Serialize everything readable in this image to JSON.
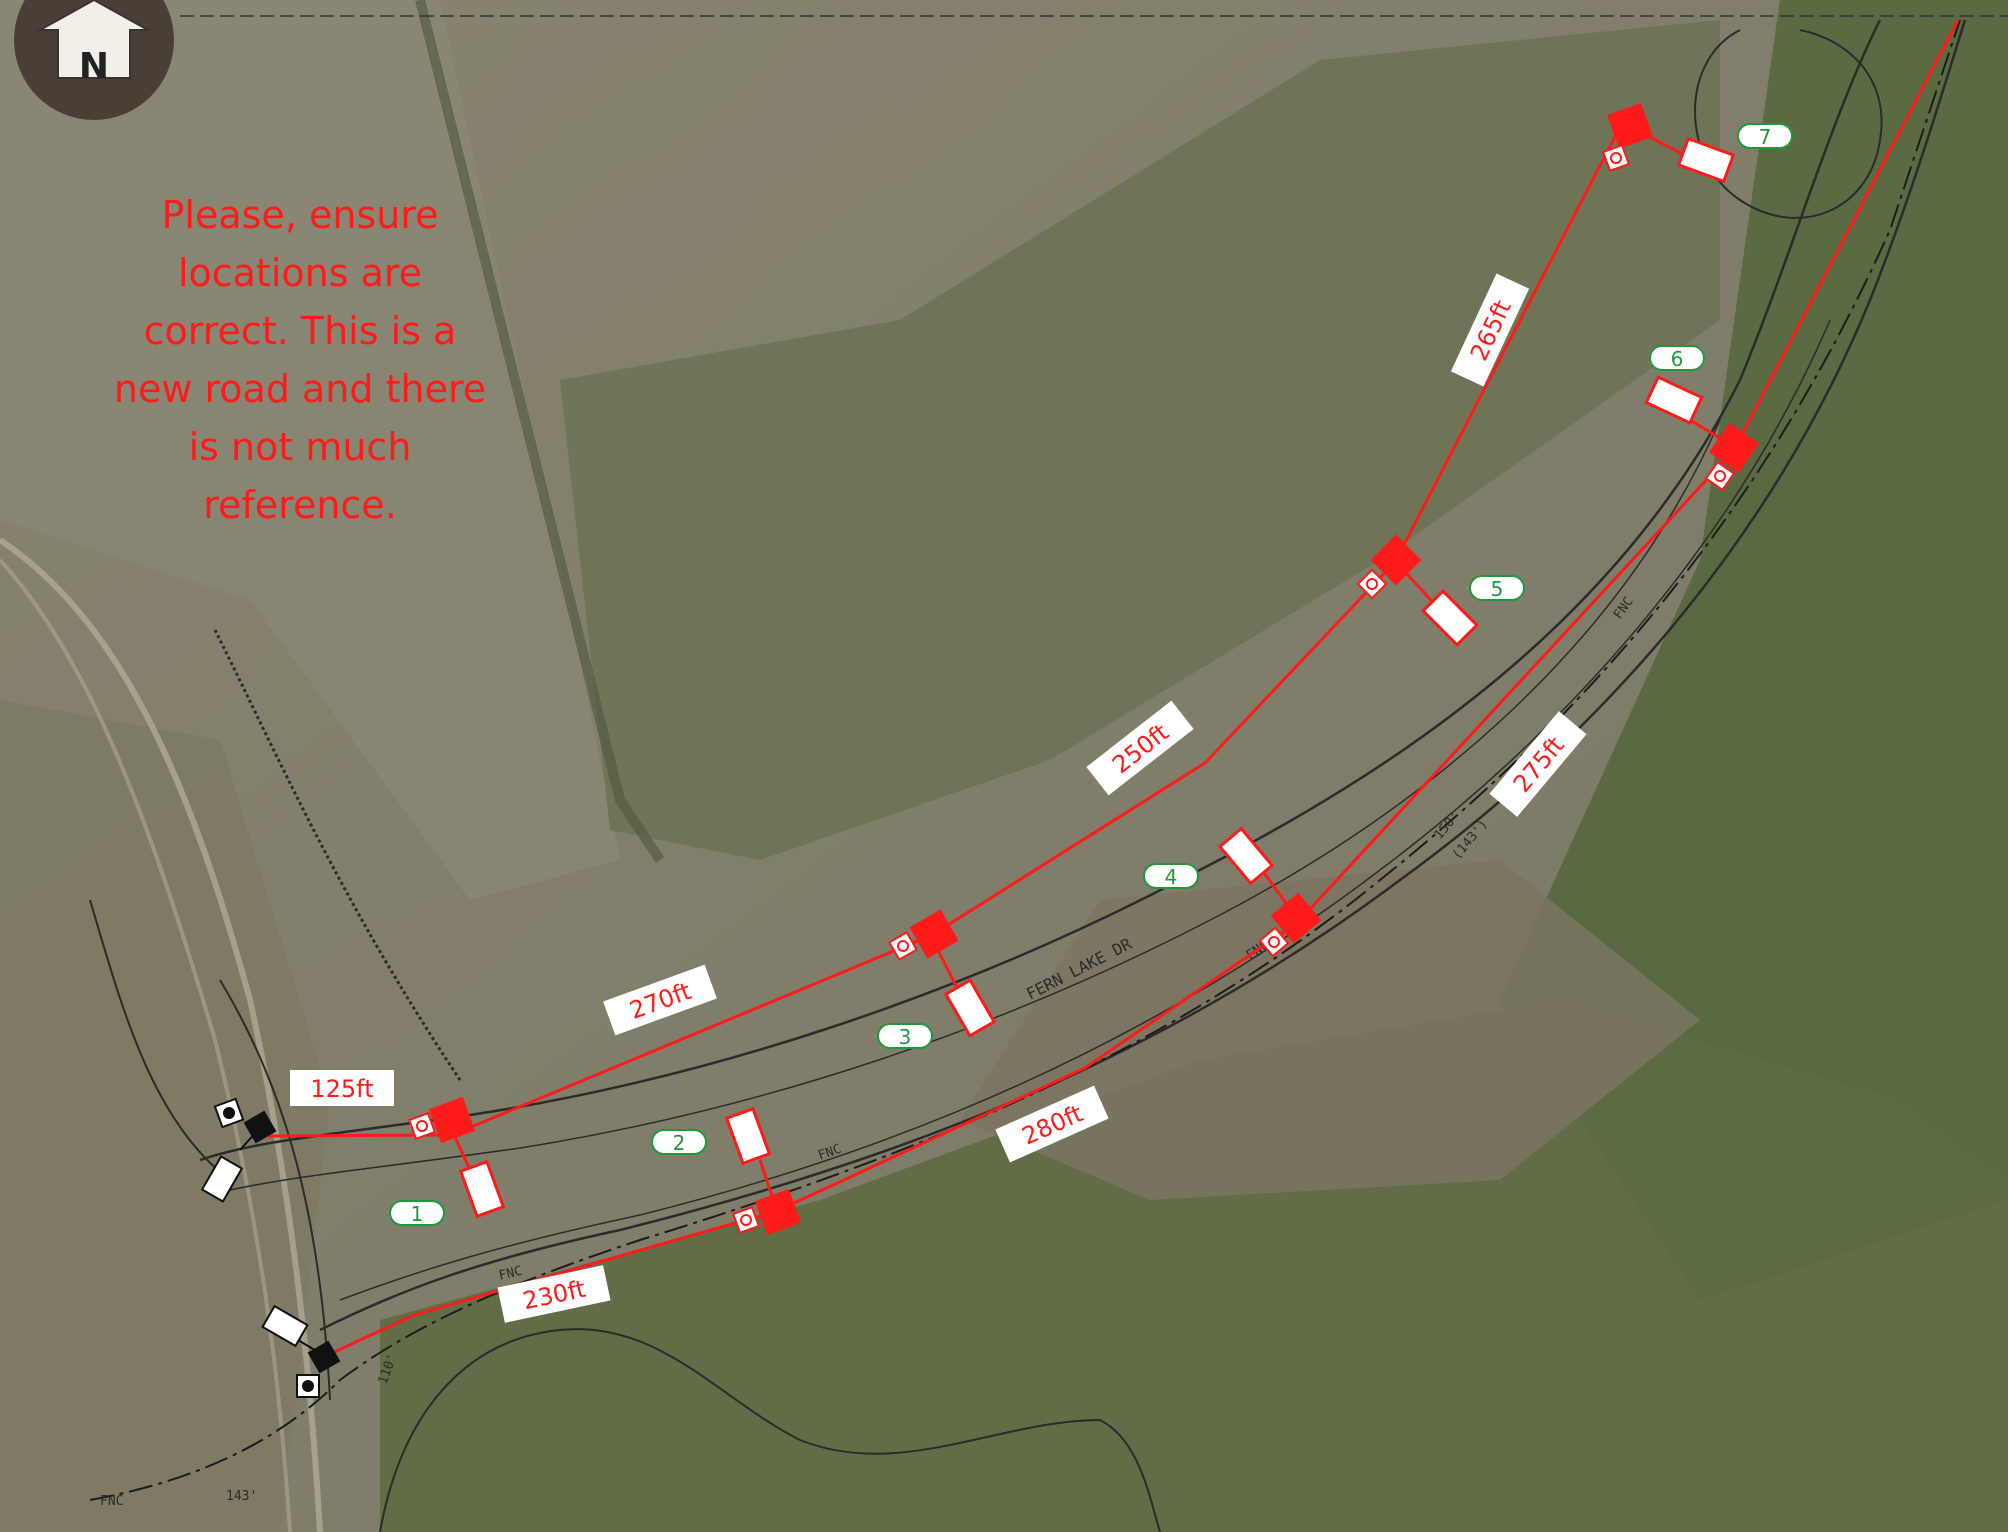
{
  "map": {
    "north_label": "N",
    "note_lines": [
      "Please, ensure",
      "locations are",
      "correct. This is a",
      "new road and there",
      "is not much",
      "reference."
    ],
    "road_name": "FERN LAKE DR",
    "fence_marker": "FNC",
    "plan_notes": [
      "110'",
      "143'",
      "150'",
      "(143')"
    ],
    "distances": [
      "125ft",
      "270ft",
      "250ft",
      "265ft",
      "230ft",
      "280ft",
      "275ft"
    ],
    "pole_numbers": [
      "1",
      "2",
      "3",
      "4",
      "5",
      "6",
      "7"
    ],
    "colors": {
      "accent_red": "#ff1a1a",
      "pole_number_green": "#1e9a3c",
      "existing_pole": "#111111",
      "aerial_base": "#7f7a6a"
    }
  }
}
